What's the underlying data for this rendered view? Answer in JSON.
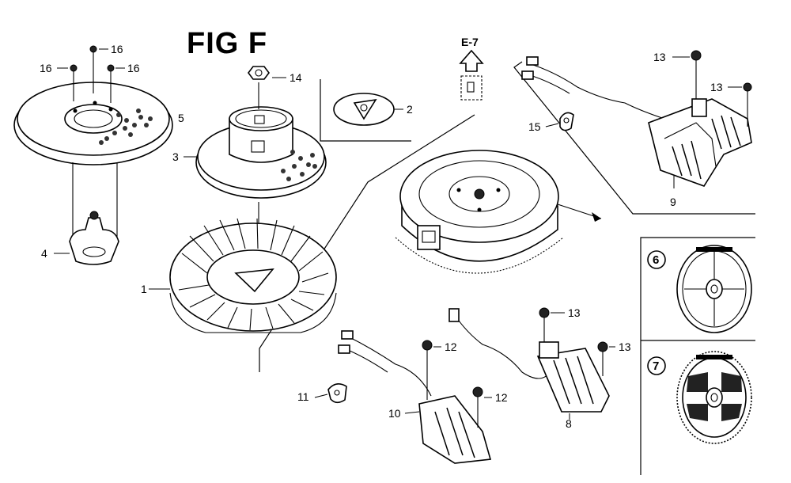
{
  "figure": {
    "title": "FIG F"
  },
  "reference": {
    "label": "E-7"
  },
  "callouts": {
    "c1": "1",
    "c2": "2",
    "c3": "3",
    "c4": "4",
    "c5": "5",
    "c6": "6",
    "c7": "7",
    "c8": "8",
    "c9": "9",
    "c10": "10",
    "c11": "11",
    "c12a": "12",
    "c12b": "12",
    "c13a": "13",
    "c13b": "13",
    "c13c": "13",
    "c13d": "13",
    "c14": "14",
    "c15": "15",
    "c16a": "16",
    "c16b": "16",
    "c16c": "16"
  }
}
